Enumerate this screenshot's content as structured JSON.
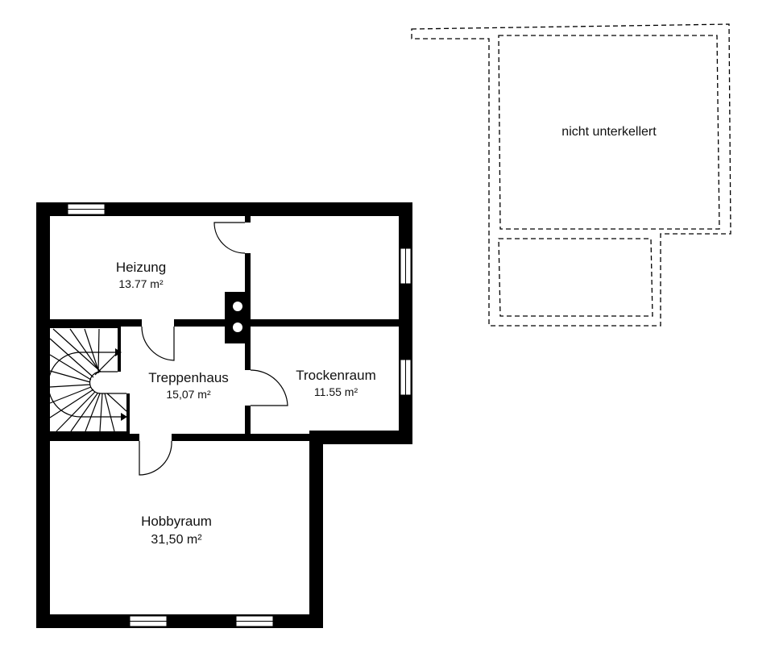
{
  "rooms": {
    "heizung": {
      "name": "Heizung",
      "area": "13.77 m²"
    },
    "treppenhaus": {
      "name": "Treppenhaus",
      "area": "15,07 m²"
    },
    "trockenraum": {
      "name": "Trockenraum",
      "area": "11.55 m²"
    },
    "hobbyraum": {
      "name": "Hobbyraum",
      "area": "31,50 m²"
    },
    "unnamed_room": {
      "name": "",
      "area": ""
    }
  },
  "annex": {
    "label": "nicht unterkellert"
  },
  "colors": {
    "wall": "#000000",
    "background": "#ffffff"
  }
}
